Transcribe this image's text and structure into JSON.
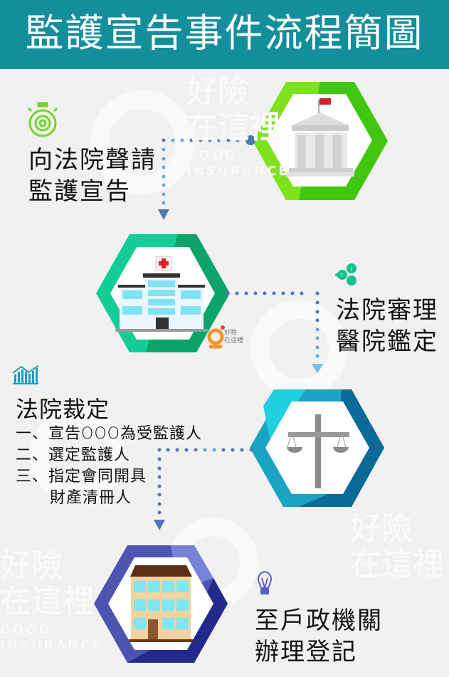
{
  "header": {
    "title": "監護宣告事件流程簡圖",
    "background": "#138e9b"
  },
  "watermark": {
    "cn_line1": "好險",
    "cn_line2": "在這裡",
    "en_line1": "GOOD",
    "en_line2": "INSURANCE"
  },
  "steps": [
    {
      "lines": [
        "向法院聲請",
        "監護宣告"
      ],
      "icon": "stopwatch-gear-icon",
      "image": "courthouse-icon",
      "color": "#5fd31a"
    },
    {
      "lines": [
        "法院審理",
        "醫院鑑定"
      ],
      "icon": "speech-bubbles-icon",
      "image": "hospital-icon",
      "color": "#13c08f"
    },
    {
      "lines": [
        "法院裁定"
      ],
      "items": [
        "一、宣告OOO為受監護人",
        "二、選定監護人",
        "三、指定會同開具",
        "財產清冊人"
      ],
      "icon": "bar-chart-icon",
      "image": "scales-of-justice-icon",
      "color": "#1a9ec0"
    },
    {
      "lines": [
        "至戶政機關",
        "辦理登記"
      ],
      "icon": "lightbulb-icon",
      "image": "apartment-building-icon",
      "color": "#3e3fa8"
    }
  ]
}
